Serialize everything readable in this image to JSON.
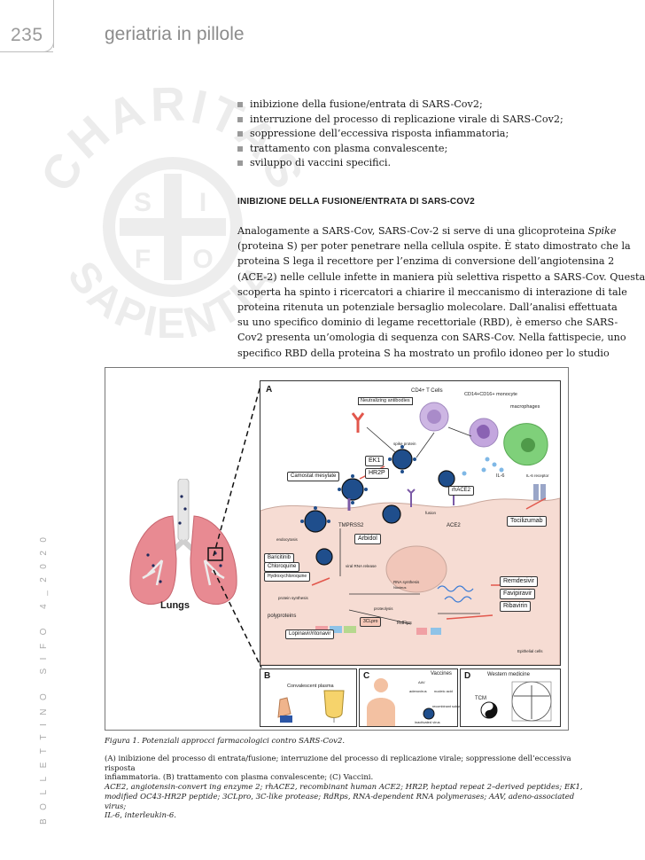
{
  "header": {
    "page_number": "235",
    "title": "geriatria in pillole"
  },
  "side_text": "BOLLETTINO SIFO 4_2020",
  "watermark": {
    "top_text": "CHARITAS",
    "bottom_text": "SAPIENTIA",
    "letters": [
      "S",
      "I",
      "F",
      "O"
    ]
  },
  "bullets": [
    "inibizione della fusione/entrata di SARS-Cov2;",
    "interruzione del processo di replicazione virale di SARS-Cov2;",
    "soppressione dell’eccessiva risposta infiammatoria;",
    "trattamento con plasma convalescente;",
    "sviluppo di vaccini specifici."
  ],
  "section": {
    "heading": "INIBIZIONE DELLA FUSIONE/ENTRATA DI SARS-COV2",
    "paragraph_lines": [
      {
        "text": "Analogamente a SARS-Cov, SARS-Cov-2 si serve di una glicoproteina ",
        "italic": "Spike"
      },
      {
        "text": "(proteina S) per poter penetrare nella cellula ospite. È stato dimostrato che la"
      },
      {
        "text": "proteina S lega il recettore per l’enzima di conversione dell’angiotensina 2"
      },
      {
        "text": "(ACE-2) nelle cellule infette in maniera più selettiva rispetto a SARS-Cov. Questa"
      },
      {
        "text": "scoperta ha spinto i ricercatori a chiarire il meccanismo di interazione di tale"
      },
      {
        "text": "proteina ritenuta un potenziale bersaglio molecolare. Dall’analisi effettuata"
      },
      {
        "text": "su uno specifico dominio di legame recettoriale (RBD), è emerso che SARS-"
      },
      {
        "text": "Cov2 presenta un’omologia di sequenza con SARS-Cov. Nella fattispecie, uno"
      },
      {
        "text": "specifico RBD della proteina S ha mostrato un profilo idoneo per lo studio"
      }
    ]
  },
  "figure": {
    "lungs_label": "Lungs",
    "panel_a": {
      "letter": "A",
      "labels": {
        "neutralizing": "Neutralizing antibodies",
        "cd4": "CD4+ T Cells",
        "cd14": "CD14+CD16+ monocyte",
        "macrophages": "macrophages",
        "spike": "spike protein",
        "ek1": "EK1",
        "hr2p": "HR2P",
        "camostat": "Camostat mesylate",
        "rhace2": "rhACE2",
        "il6": "IL-6",
        "il6r": "IL-6 receptor",
        "fusion": "fusion",
        "tmprss2": "TMPRSS2",
        "ace2": "ACE2",
        "tocilizumab": "Tocilizumab",
        "arbidol": "Arbidol",
        "endocytosis": "endocytosis",
        "baricitinib": "Baricitinib",
        "chloroquine": "Chloroquine",
        "hydroxy": "Hydroxychloroquine",
        "viral_release": "viral RNA release",
        "rna_synthesis": "RNA synthesis",
        "protein_synthesis": "protein synthesis",
        "polyproteins": "polyproteins",
        "proteolysis": "proteolysis",
        "clpro": "3CLpro",
        "rdrps": "RdRps",
        "lopinavir": "Lopinavir/ritonavir",
        "remdesivir": "Remdesivir",
        "favipiravir": "Favipiravir",
        "ribavirin": "Ribavirin",
        "epithelial": "Epithelial cells",
        "nucleus": "Nucleus"
      }
    },
    "panel_b": {
      "letter": "B",
      "label": "Convalescent plasma"
    },
    "panel_c": {
      "letter": "C",
      "title": "Vaccines",
      "labels": {
        "aav": "AAV",
        "adenovirus": "adenovirus",
        "nucleic": "nucleic acid",
        "recombinant": "recombinant subunits",
        "inactivated": "inactivated virus"
      }
    },
    "panel_d": {
      "letter": "D",
      "title": "Western medicine",
      "tcm": "TCM"
    }
  },
  "caption": {
    "title": "Figura 1. Potenziali approcci farmacologici contro SARS-Cov2.",
    "body_line1": "(A) inibizione del processo di entrata/fusione; interruzione del processo di replicazione virale; soppressione dell’eccessiva risposta",
    "body_line2": "infiammatoria. (B) trattamento con plasma convalescente; (C) Vaccini.",
    "abbr_line1": "ACE2, angiotensin-convert ing enzyme 2; rhACE2, recombinant human ACE2; HR2P, heptad repeat 2–derived peptides; EK1,",
    "abbr_line2": "modified OC43-HR2P peptide; 3CLpro, 3C-like protease; RdRps, RNA-dependent RNA polymerases; AAV, adeno-associated virus;",
    "abbr_line3": "IL-6, interleukin-6."
  },
  "colors": {
    "accent_red": "#e2574c",
    "virus_blue": "#1f4e8c",
    "cell_pink": "#f6dcd3",
    "lung_pink": "#e88a92",
    "macrophage_green": "#7fd07a",
    "tcell_purple": "#b9a3d3"
  }
}
